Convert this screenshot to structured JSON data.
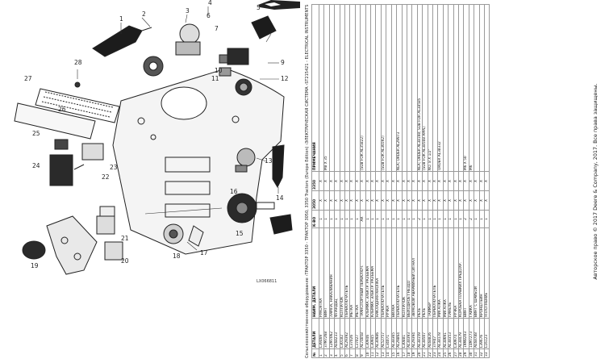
{
  "diagram": {
    "figure_code": "LX066811",
    "callouts": [
      "1",
      "2",
      "3",
      "4",
      "5",
      "6",
      "7",
      "8",
      "9",
      "10",
      "11",
      "12",
      "13",
      "14",
      "15",
      "16",
      "17",
      "18",
      "19",
      "20",
      "21",
      "22",
      "23",
      "24",
      "25",
      "26",
      "27",
      "28"
    ]
  },
  "document": {
    "title": "Сельскохозяйственное оборудование ›ТРАКТОР 3350 - ТРАКТОР 3050, 3350 Tractors (Europe Edition) ›ЭЛЕКТРИЧЕСКАЯ СИСТЕМА ›ST215421 - ELECTRICAL INSTRUMENTS",
    "table": {
      "headers": [
        "№",
        "ДЕТАЛИ",
        "НАИМ. ДЕТАЛИ",
        "К-ВО",
        "3050",
        "3350",
        "ПРИМЕЧАНИЯ"
      ],
      "rows": [
        [
          "1",
          "L39469",
          "РУКОЯТКА",
          "1",
          "X",
          "X",
          ""
        ],
        [
          "2",
          "37M7268",
          "ВИНТ",
          "1",
          "X",
          "X",
          "M8 X 35"
        ],
        [
          "3",
          "12M7062",
          "ЛАМПА, НАКАЛИВАНИЯ",
          "1",
          "X",
          "X",
          ""
        ],
        [
          "4",
          "AL68233",
          "ФЛАНДЕЦ",
          "1",
          "X",
          "X",
          ""
        ],
        [
          "5",
          "L30182",
          "КОЛПАЧОК",
          "1",
          "X",
          "X",
          ""
        ],
        [
          "6",
          "AL29392",
          "ПЕРЕКЛЮЧАТЕЛЬ",
          "1",
          "X",
          "X",
          ""
        ],
        [
          "7",
          "L37026",
          "МЕТКА",
          "1",
          "X",
          "X",
          ""
        ],
        [
          "8",
          "L37027",
          "МЕТКА",
          "1",
          "X",
          "X",
          ""
        ],
        [
          "9",
          "AL74058",
          "ТРАНСПОРТНЫЙ ПЕРЕКЛЮЧ.",
          "AR",
          "X",
          "X",
          "(SUB FOR AL35822)"
        ],
        [
          "10",
          "L30946",
          "КЛЕММА, ЭЛЕКТР. РАЗЪЕМА",
          "1",
          "X",
          "X",
          ""
        ],
        [
          "11",
          "L30945",
          "КЛЕММА, ЭЛЕКТР. РАЗЪЕМА",
          "1",
          "X",
          "X",
          ""
        ],
        [
          "12",
          "AL30986",
          "НАКЛАДНАЯ КНОПКА",
          "1",
          "X",
          "X",
          ""
        ],
        [
          "13",
          "AL52757",
          "ПЕРЕКЛЮЧАТЕЛЬ",
          "1",
          "X",
          "X",
          "(SUB FOR AL36592)"
        ],
        [
          "14",
          "L34071",
          "РУЧКА",
          "1",
          "X",
          "X",
          ""
        ],
        [
          "15",
          "AL38365",
          "ВИЛКА",
          "1",
          "X",
          "X",
          ""
        ],
        [
          "16",
          "AL29864",
          "ПЕРЕКЛЮЧАТЕЛЬ",
          "1",
          "X",
          "X",
          "NLA; ORDER AL29973"
        ],
        [
          "17",
          "L30881",
          "КОЛПАЧОК",
          "1",
          "X",
          "X",
          ""
        ],
        [
          "18",
          "AL38393",
          "ВЫХОДНОЕ ГНЕЗДО",
          "1",
          "X",
          "X",
          ""
        ],
        [
          "19",
          "AL29394",
          "ЗВУКОВОЙ АВАРИЙНЫЙ СИГНАЛ",
          "1",
          "X",
          "X",
          ""
        ],
        [
          "20",
          "AL38159",
          "РЕЛЕ",
          "2",
          "X",
          "X",
          "NLA; ORDER AL38160; SUB FOR AL38585"
        ],
        [
          "21",
          "AL38507",
          "РЕЛЕ",
          "1",
          "X",
          "X",
          "(SUB FOR AL38508 APPL)"
        ],
        [
          "22",
          "AL68826",
          "ТАЙМЕР",
          "1",
          "X",
          "X",
          "NO. 8 X 1/2\""
        ],
        [
          "23",
          "37H47",
          "ПЕРЕКЛЮЧАТЕЛЬ",
          "1",
          "X",
          "X",
          ""
        ],
        [
          "24",
          "AL38178",
          "МИГАЛКА",
          "1",
          "X",
          "X",
          "ORDER AL38332"
        ],
        [
          "25",
          "AL38691",
          "МИГАЛКА",
          "1",
          "X",
          "X",
          ""
        ],
        [
          "26",
          "AL38353",
          "ПАНЕЛЬ",
          "1",
          "X",
          "X",
          ""
        ],
        [
          "27",
          "L30974",
          "РУЧКА",
          "1",
          "X",
          "X",
          ""
        ],
        [
          "28",
          "AL38479",
          "КОРОБКА ПЛАВКИХ ПРЕДОХР.",
          "1",
          "X",
          "X",
          ""
        ],
        [
          "29",
          "19M8203",
          "ВИНТ",
          "2",
          "X",
          "X",
          "M6 X 50"
        ],
        [
          "30",
          "14M7273",
          "ГАЙКА",
          "2",
          "X",
          "X",
          "M6"
        ],
        [
          "31",
          "AL68788",
          "ВИНТ С ШАЙБОЙ",
          "1",
          "X",
          "X",
          ""
        ],
        [
          "32",
          "L39676",
          "КРОНШТЕЙН",
          "1",
          "X",
          "X",
          ""
        ],
        [
          "33",
          "L16123",
          "УПЛОТНЕНИЕ",
          "1",
          "X",
          "X",
          ""
        ]
      ]
    },
    "copyright": "Авторское право © 2017 Deere & Company, 2017. Все права защищены."
  }
}
